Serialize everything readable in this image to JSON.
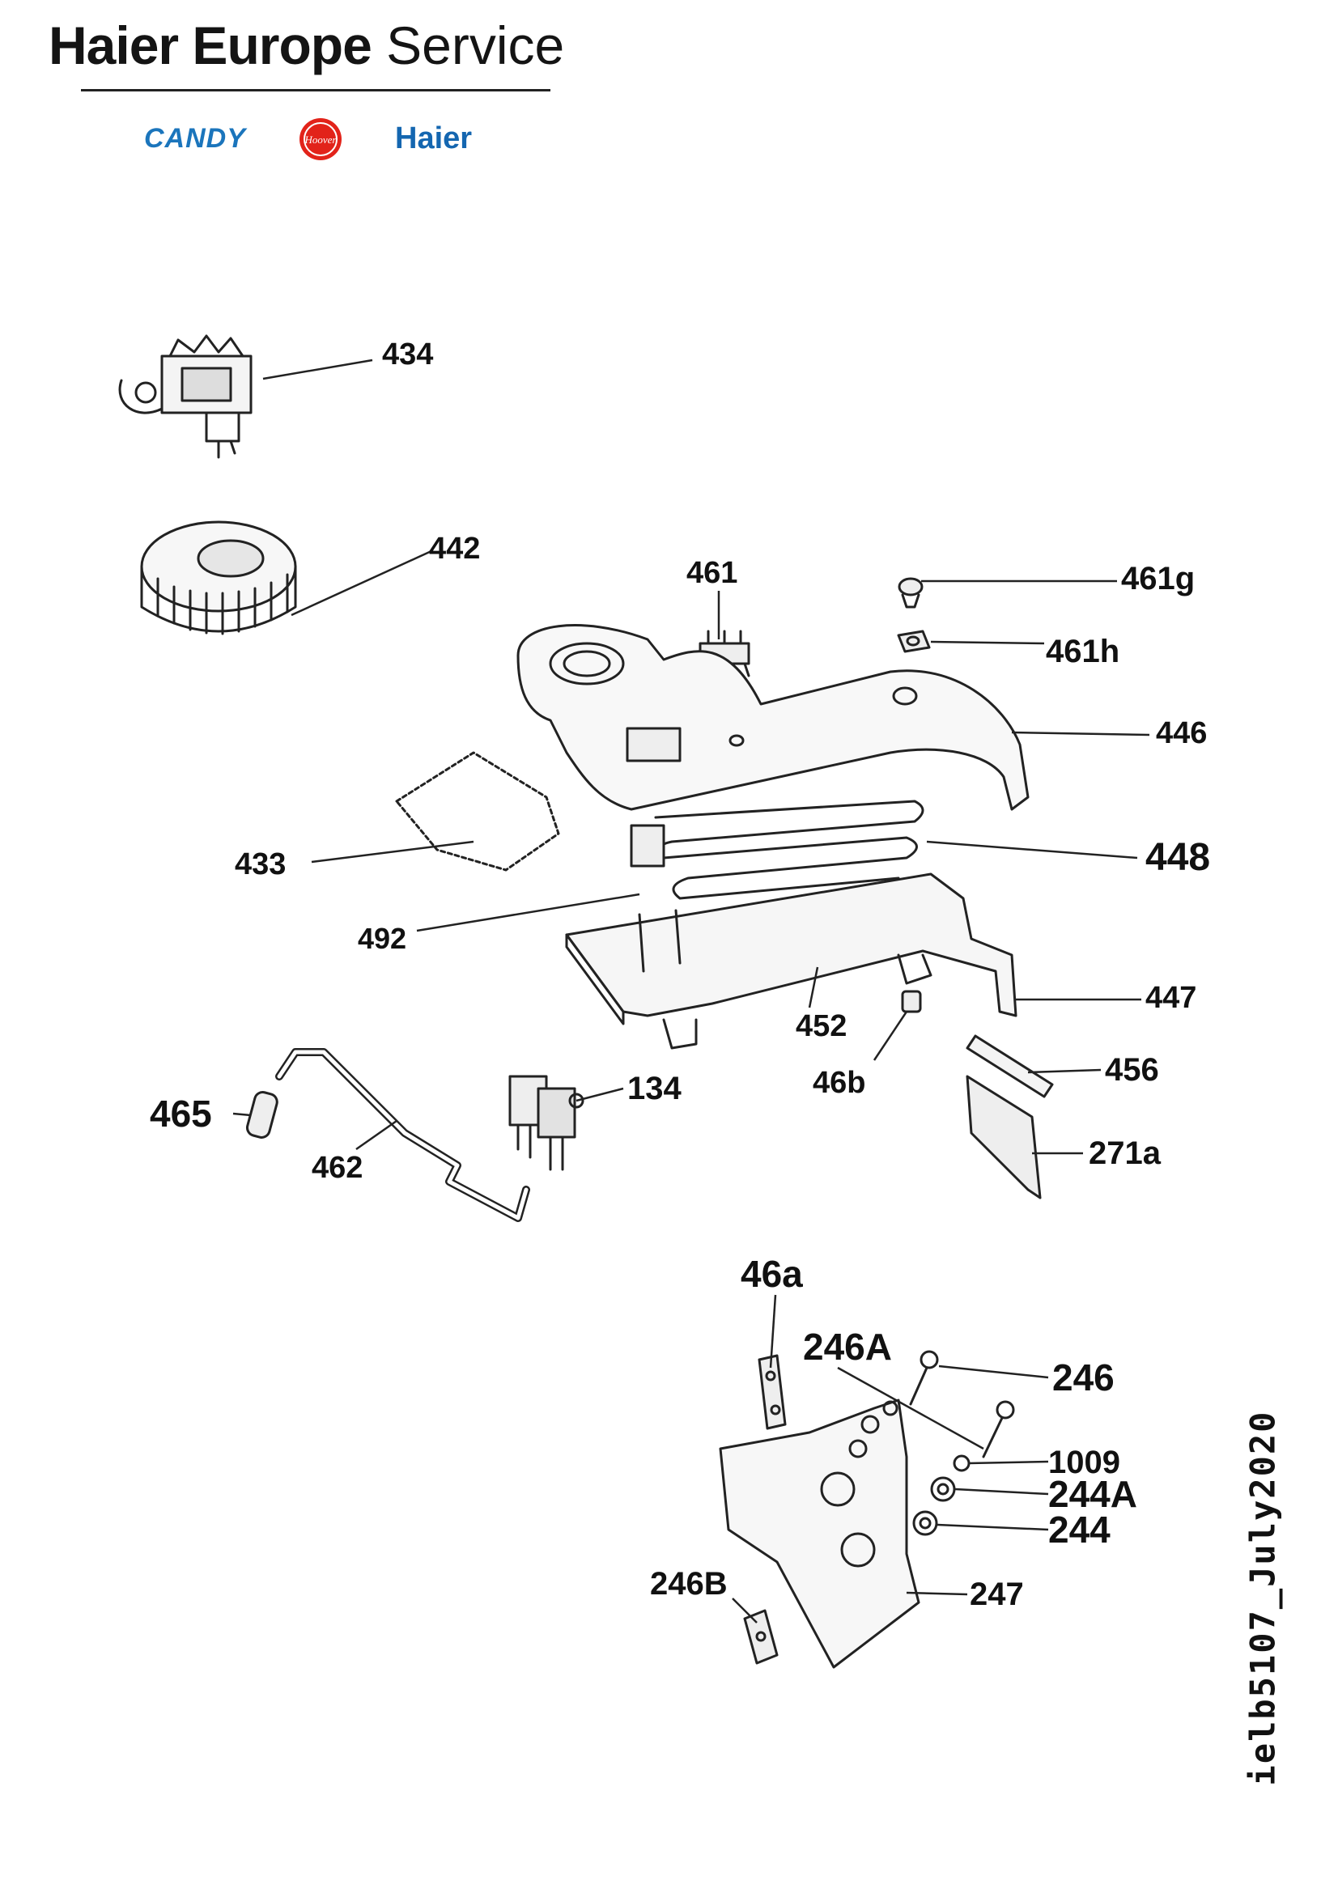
{
  "header": {
    "brand_bold": "Haier Europe",
    "brand_light": "Service",
    "logos": {
      "candy": "CANDY",
      "hoover": "HOOVER",
      "haier": "Haier"
    },
    "colors": {
      "candy": "#1b75bc",
      "hoover": "#e2231a",
      "haier": "#1466b0"
    }
  },
  "diagram": {
    "callouts": {
      "p434": "434",
      "p442": "442",
      "p461": "461",
      "p461g": "461g",
      "p461h": "461h",
      "p446": "446",
      "p448": "448",
      "p433": "433",
      "p492": "492",
      "p447": "447",
      "p452": "452",
      "p46b": "46b",
      "p456": "456",
      "p134": "134",
      "p465": "465",
      "p462": "462",
      "p271a": "271a",
      "p46a": "46a",
      "p246A": "246A",
      "p246": "246",
      "p1009": "1009",
      "p244A": "244A",
      "p244": "244",
      "p246B": "246B",
      "p247": "247"
    }
  },
  "doc_id": "ielb5107_July2020"
}
